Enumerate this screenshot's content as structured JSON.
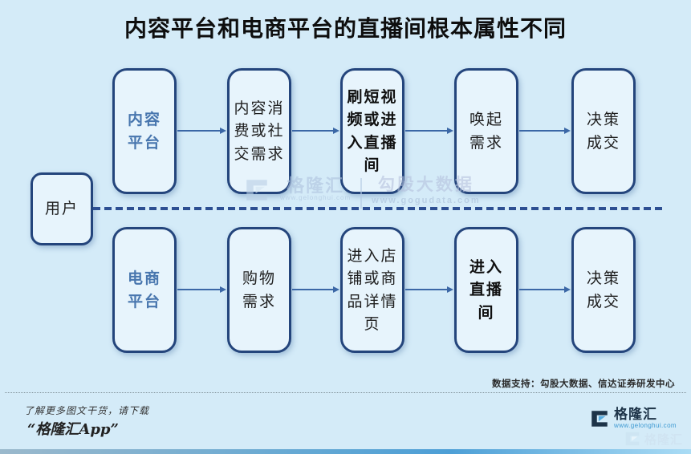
{
  "title": "内容平台和电商平台的直播间根本属性不同",
  "colors": {
    "background": "#d4ebf8",
    "box_fill": "#e7f4fc",
    "box_border": "#24457c",
    "platform_text": "#4876ae",
    "arrow": "#3b67a6",
    "dashed_line": "#2d4f92",
    "logo_navy": "#1d3348",
    "logo_blue": "#57aadd"
  },
  "diagram": {
    "user_box": {
      "text": "用户"
    },
    "top_row": {
      "boxes": [
        {
          "text": "内容\n平台"
        },
        {
          "text": "内容消\n费或社\n交需求"
        },
        {
          "text": "刷短视\n频或进\n入直播\n间"
        },
        {
          "text": "唤起\n需求"
        },
        {
          "text": "决策\n成交"
        }
      ]
    },
    "bottom_row": {
      "boxes": [
        {
          "text": "电商\n平台"
        },
        {
          "text": "购物\n需求"
        },
        {
          "text": "进入店\n铺或商\n品详情\n页"
        },
        {
          "text": "进入\n直播\n间"
        },
        {
          "text": "决策\n成交"
        }
      ]
    }
  },
  "watermark": {
    "brand_name": "格隆汇",
    "brand_url": "www.gelonghui.com",
    "data_brand": "勾股大数据",
    "data_url": "www.gogudata.com"
  },
  "footer": {
    "credit": "数据支持：勾股大数据、信达证券研发中心",
    "promo_line1": "了解更多图文干货，请下载",
    "promo_line2": "“格隆汇App”",
    "logo_name": "格隆汇",
    "logo_url": "www.gelonghui.com",
    "faint_logo_name": "格隆汇"
  }
}
